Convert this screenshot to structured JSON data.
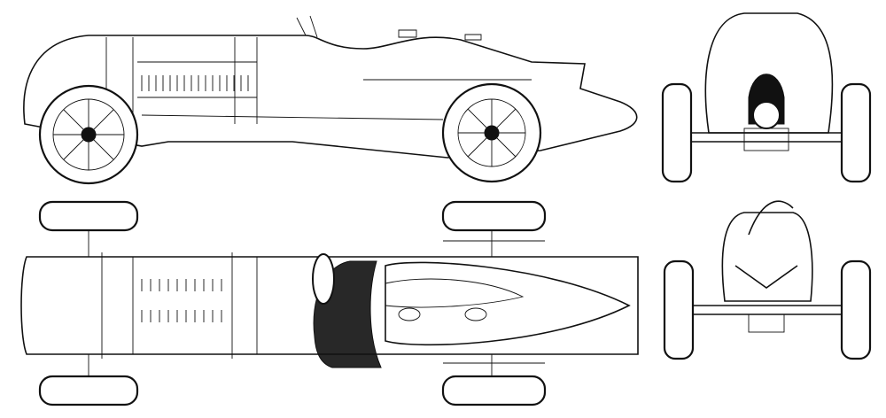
{
  "drawing": {
    "views": [
      "side",
      "top",
      "front",
      "rear"
    ],
    "colors": {
      "line": "#111111",
      "background": "#ffffff"
    }
  }
}
